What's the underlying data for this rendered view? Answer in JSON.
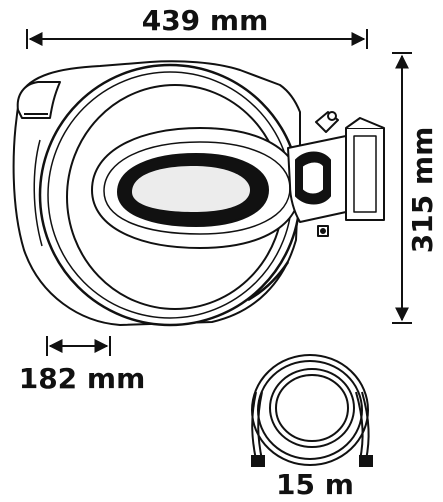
{
  "dimensions": {
    "width": "439 mm",
    "height": "315 mm",
    "depth": "182 mm",
    "hose_length": "15 m"
  },
  "colors": {
    "ink": "#111111",
    "paper": "#ffffff"
  }
}
